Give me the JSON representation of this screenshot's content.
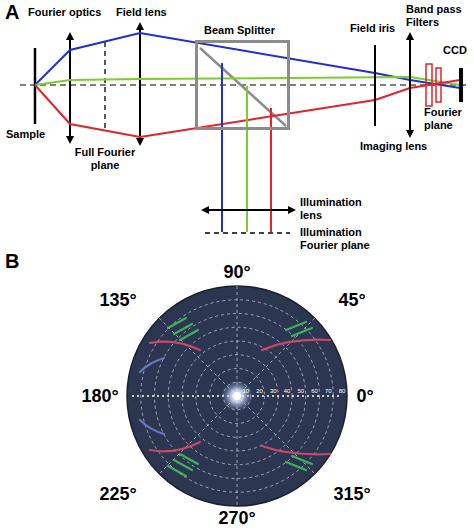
{
  "diagram": {
    "nodes": [
      {
        "text": [
          "Beam Splitter"
        ]
      }
    ],
    "labels": [
      "A",
      "Fourier optics",
      "Field lens",
      "Field iris",
      "Band pass Filters",
      "CCD",
      "Sample",
      "Full Fourier plane",
      "Fourier plane",
      "Imaging lens",
      "Illumination lens",
      "Illumination Fourier plane",
      "B",
      "90°",
      "135°",
      "45°",
      "180°",
      "0°",
      "225°",
      "315°",
      "270°",
      "10",
      "20",
      "30",
      "40",
      "50",
      "60",
      "70",
      "80"
    ]
  }
}
